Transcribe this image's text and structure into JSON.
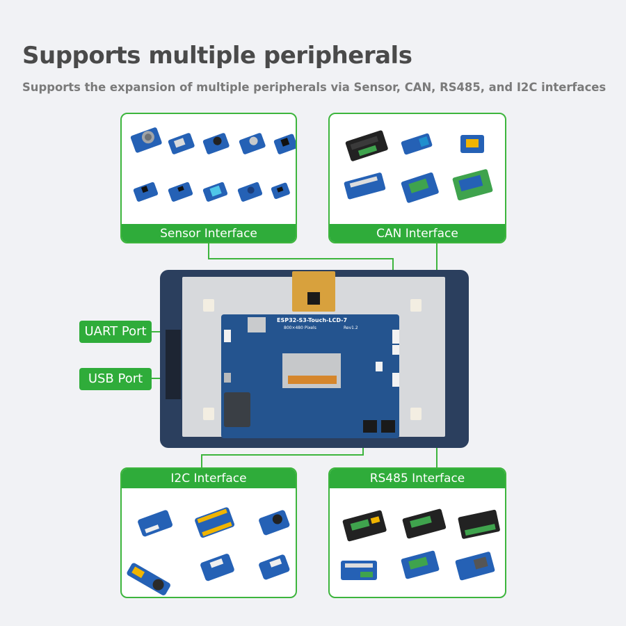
{
  "header": {
    "title": "Supports multiple peripherals",
    "subtitle": "Supports the expansion of multiple peripherals via Sensor, CAN, RS485, and I2C interfaces"
  },
  "panels": {
    "sensor": {
      "label": "Sensor Interface"
    },
    "can": {
      "label": "CAN Interface"
    },
    "i2c": {
      "label": "I2C Interface"
    },
    "rs485": {
      "label": "RS485 Interface"
    }
  },
  "ports": {
    "uart": {
      "label": "UART Port"
    },
    "usb": {
      "label": "USB Port"
    }
  },
  "board": {
    "name": "ESP32-S3-Touch-LCD-7",
    "resolution": "800×480 Pixels",
    "revision": "Rev1.2"
  },
  "colors": {
    "accent_green": "#2fac3a",
    "panel_border": "#3db53d",
    "board_blue": "#24548f",
    "bezel": "#2b3f5e"
  }
}
